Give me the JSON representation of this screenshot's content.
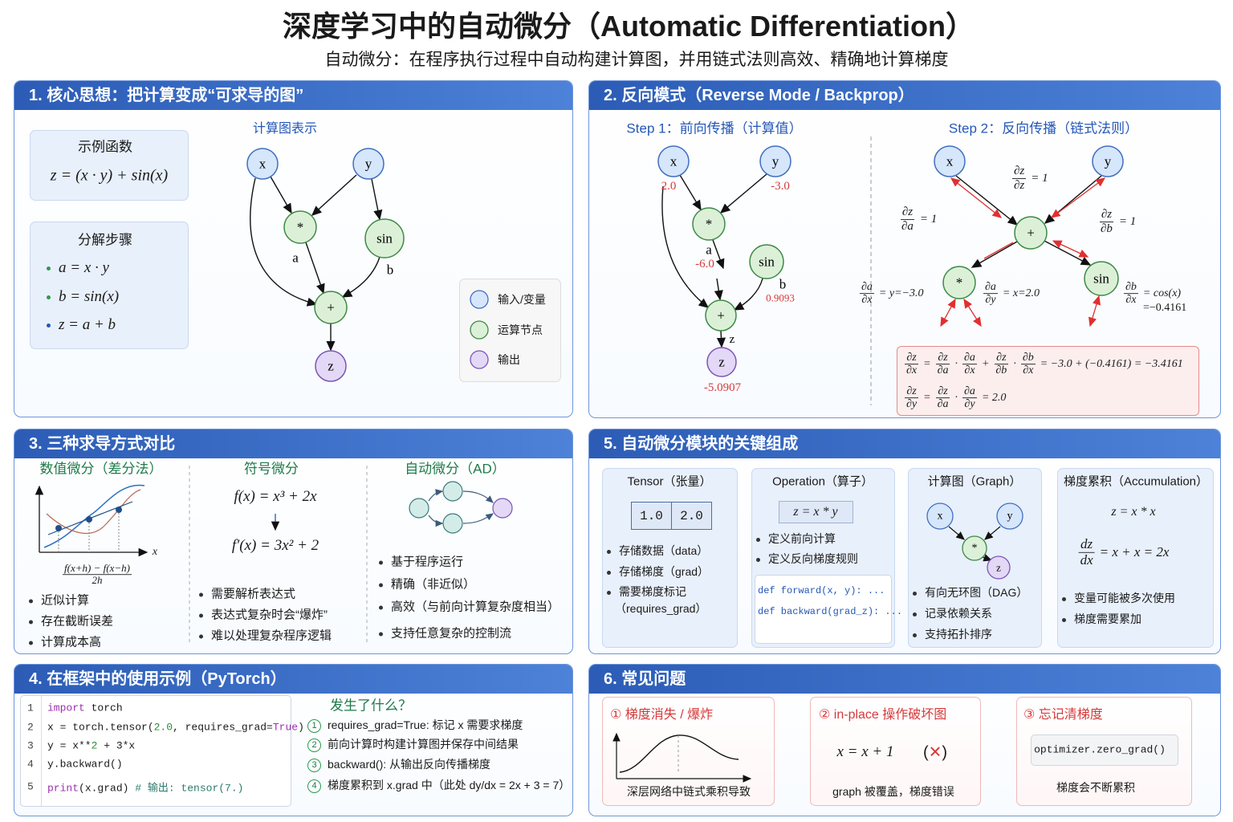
{
  "title": "深度学习中的自动微分（Automatic Differentiation）",
  "subtitle": "自动微分：在程序执行过程中自动构建计算图，并用链式法则高效、精确地计算梯度",
  "s1": {
    "header": "1. 核心思想：把计算变成“可求导的图”",
    "example_title": "示例函数",
    "example_formula": "z = (x · y) + sin(x)",
    "steps_title": "分解步骤",
    "steps": [
      "a = x · y",
      "b = sin(x)",
      "z = a + b"
    ],
    "graph_title": "计算图表示",
    "nodes": {
      "x": "x",
      "y": "y",
      "mul": "*",
      "sin": "sin",
      "add": "+",
      "z": "z"
    },
    "edge_a": "a",
    "edge_b": "b",
    "legend": [
      "输入/变量",
      "运算节点",
      "输出"
    ]
  },
  "s2": {
    "header": "2. 反向模式（Reverse Mode / Backprop）",
    "step1": "Step 1：前向传播（计算值）",
    "step2": "Step 2：反向传播（链式法则）",
    "nodes": {
      "x": "x",
      "y": "y",
      "mul": "*",
      "sin": "sin",
      "add": "+",
      "z": "z"
    },
    "values": {
      "x": "2.0",
      "y": "-3.0",
      "a": "-6.0",
      "b": "0.9093",
      "z": "-5.0907"
    },
    "labels": {
      "a": "a",
      "b": "b",
      "z": "z"
    },
    "grads": {
      "dz_dz": [
        {
          "n": "∂z",
          "d": "∂z"
        },
        "= 1"
      ],
      "dz_da": [
        {
          "n": "∂z",
          "d": "∂a"
        },
        "= 1"
      ],
      "dz_db": [
        {
          "n": "∂z",
          "d": "∂b"
        },
        "= 1"
      ],
      "da_dx": [
        {
          "n": "∂a",
          "d": "∂x"
        },
        "= y=−3.0"
      ],
      "da_dy": [
        {
          "n": "∂a",
          "d": "∂y"
        },
        "= x=2.0"
      ],
      "db_dx": [
        {
          "n": "∂b",
          "d": "∂x"
        },
        "= cos(x)"
      ],
      "db_dx_val": "=−0.4161"
    },
    "chain_x": [
      {
        "n": "∂z",
        "d": "∂x"
      },
      "=",
      {
        "n": "∂z",
        "d": "∂a"
      },
      "·",
      {
        "n": "∂a",
        "d": "∂x"
      },
      "+",
      {
        "n": "∂z",
        "d": "∂b"
      },
      "·",
      {
        "n": "∂b",
        "d": "∂x"
      },
      "= −3.0 + (−0.4161) = −3.4161"
    ],
    "chain_y": [
      {
        "n": "∂z",
        "d": "∂y"
      },
      "=",
      {
        "n": "∂z",
        "d": "∂a"
      },
      "·",
      {
        "n": "∂a",
        "d": "∂y"
      },
      "= 2.0"
    ]
  },
  "s3": {
    "header": "3. 三种求导方式对比",
    "numeric": {
      "title": "数值微分（差分法）",
      "axis_x": "x",
      "formula": [
        {
          "n": "f(x+h) − f(x−h)",
          "d": "2h"
        }
      ],
      "bullets": [
        "近似计算",
        "存在截断误差",
        "计算成本高"
      ]
    },
    "symbolic": {
      "title": "符号微分",
      "f": "f(x) = x³ + 2x",
      "arrow": "↓",
      "df": "f′(x) = 3x² + 2",
      "bullets": [
        "需要解析表达式",
        "表达式复杂时会“爆炸”",
        "难以处理复杂程序逻辑"
      ]
    },
    "ad": {
      "title": "自动微分（AD）",
      "bullets": [
        "基于程序运行",
        "精确（非近似）",
        "高效（与前向计算复杂度相当）",
        "支持任意复杂的控制流"
      ]
    }
  },
  "s4": {
    "header": "4. 在框架中的使用示例（PyTorch）",
    "code": [
      {
        "n": "1",
        "parts": [
          {
            "c": "kw",
            "t": "import"
          },
          {
            "c": "",
            "t": " torch"
          }
        ]
      },
      {
        "n": "2",
        "parts": [
          {
            "c": "",
            "t": "x = torch.tensor("
          },
          {
            "c": "num",
            "t": "2.0"
          },
          {
            "c": "",
            "t": ", requires_grad="
          },
          {
            "c": "kw",
            "t": "True"
          },
          {
            "c": "",
            "t": ")"
          }
        ]
      },
      {
        "n": "3",
        "parts": [
          {
            "c": "",
            "t": "y = x**"
          },
          {
            "c": "num",
            "t": "2"
          },
          {
            "c": "",
            "t": " + 3*x"
          }
        ]
      },
      {
        "n": "4",
        "parts": [
          {
            "c": "",
            "t": "y.backward()"
          }
        ]
      },
      {
        "n": "5",
        "parts": [
          {
            "c": "kw",
            "t": "print"
          },
          {
            "c": "",
            "t": "(x.grad)   "
          },
          {
            "c": "cm",
            "t": "# 输出: tensor(7.)"
          }
        ]
      }
    ],
    "what_title": "发生了什么？",
    "what": [
      {
        "n": "1",
        "t": "requires_grad=True: 标记 x 需要求梯度"
      },
      {
        "n": "2",
        "t": "前向计算时构建计算图并保存中间结果"
      },
      {
        "n": "3",
        "t": "backward(): 从输出反向传播梯度"
      },
      {
        "n": "4",
        "t": "梯度累积到 x.grad 中（此处 dy/dx = 2x + 3 = 7）"
      }
    ]
  },
  "s5": {
    "header": "5. 自动微分模块的关键组成",
    "tensor": {
      "title": "Tensor（张量）",
      "cells": [
        "1.0",
        "2.0"
      ],
      "bullets": [
        "存储数据（data）",
        "存储梯度（grad）",
        "需要梯度标记",
        "（requires_grad）"
      ]
    },
    "operation": {
      "title": "Operation（算子）",
      "formula": "z = x * y",
      "bullets": [
        "定义前向计算",
        "定义反向梯度规则"
      ],
      "code": [
        "def forward(x, y): ...",
        "def backward(grad_z): ..."
      ]
    },
    "graph": {
      "title": "计算图（Graph）",
      "nodes": {
        "x": "x",
        "y": "y",
        "mul": "*",
        "z": "z"
      },
      "bullets": [
        "有向无环图（DAG）",
        "记录依赖关系",
        "支持拓扑排序"
      ]
    },
    "accum": {
      "title": "梯度累积（Accumulation）",
      "formula": "z = x * x",
      "deriv": [
        {
          "n": "dz",
          "d": "dx"
        },
        "= x + x = 2x"
      ],
      "bullets": [
        "变量可能被多次使用",
        "梯度需要累加"
      ]
    }
  },
  "s6": {
    "header": "6. 常见问题",
    "p1": {
      "title": "① 梯度消失 / 爆炸",
      "caption": "深层网络中链式乘积导致"
    },
    "p2": {
      "title": "② in-place 操作破坏图",
      "formula": "x = x + 1",
      "mark": "✕",
      "caption": "graph 被覆盖，梯度错误"
    },
    "p3": {
      "title": "③ 忘记清梯度",
      "code": "optimizer.zero_grad()",
      "caption": "梯度会不断累积"
    }
  },
  "colors": {
    "header": "#2c5cb6",
    "input": "#d6e6fb",
    "op": "#dcf0d8",
    "output": "#e3d8f5",
    "grad": "#e03030"
  }
}
